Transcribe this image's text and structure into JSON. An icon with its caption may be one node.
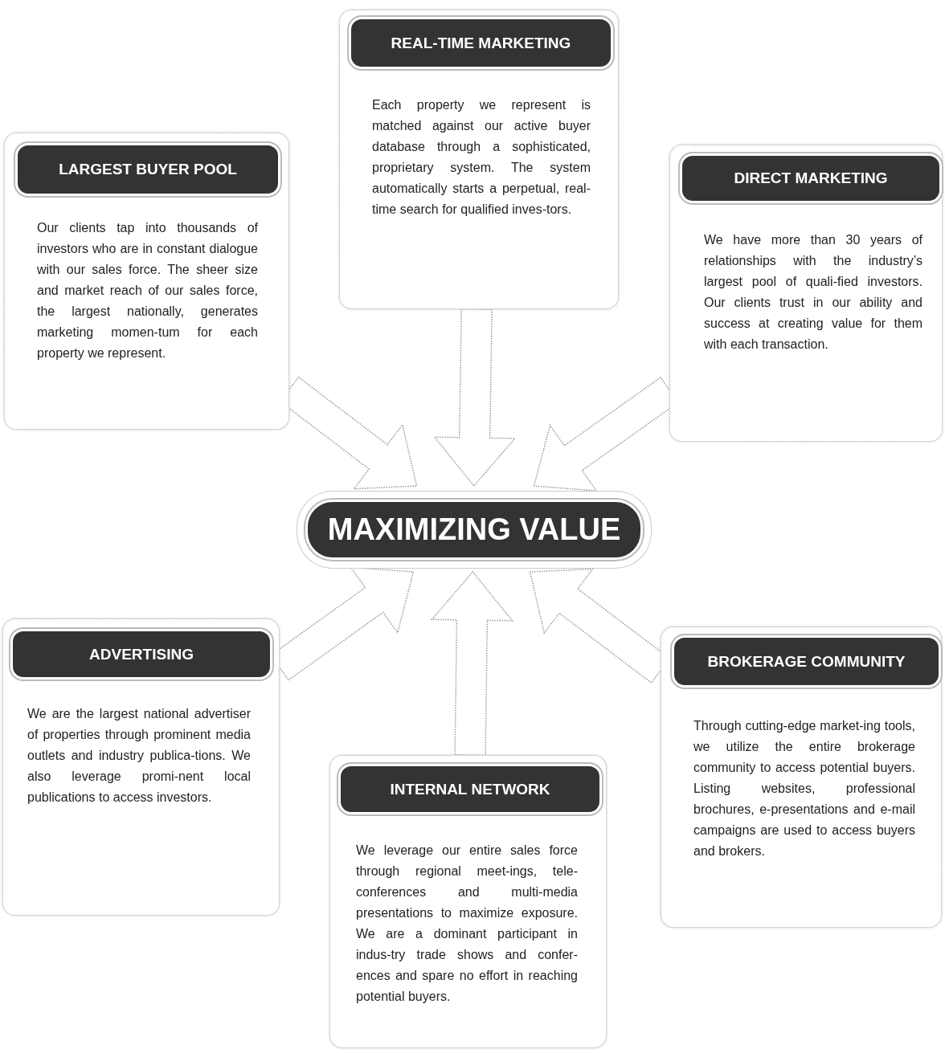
{
  "diagram": {
    "nodes": [
      {
        "text": [
          "REAL-TIME MARKETING",
          "Each property we represent is matched against our active buyer database through a sophisticated, proprietary system. The system automatically starts a perpetual, real-time search for qualified inves-tors."
        ]
      },
      {
        "text": [
          "LARGEST BUYER POOL",
          "Our clients tap into thousands of investors who are in constant dialogue with our sales force. The sheer size and market reach of our sales force, the largest nationally, generates marketing momen-tum for each property we represent."
        ]
      },
      {
        "text": [
          "DIRECT MARKETING",
          "We have more than 30 years of relationships with the industry’s largest pool of quali-fied investors. Our clients trust in our ability and success at creating value for them with each transaction."
        ]
      },
      {
        "text": [
          "MAXIMIZING VALUE"
        ]
      },
      {
        "text": [
          "ADVERTISING",
          "We are the largest national advertiser of properties through prominent media outlets and industry publica-tions. We also leverage promi-nent local publications to access investors."
        ]
      },
      {
        "text": [
          "BROKERAGE COMMUNITY",
          "Through cutting-edge market-ing tools, we utilize the entire brokerage community to access potential buyers. Listing websites, professional brochures, e-presentations and e-mail campaigns are used to access buyers and brokers."
        ]
      },
      {
        "text": [
          "INTERNAL NETWORK",
          "We leverage our entire sales force through regional meet-ings, tele-conferences and multi-media presentations to maximize exposure. We are a dominant participant in indus-try trade shows and confer-ences and spare no effort in reaching potential buyers."
        ]
      }
    ],
    "edges": [
      {
        "from": 0,
        "to": 3,
        "arrow": "to"
      },
      {
        "from": 1,
        "to": 3,
        "arrow": "to"
      },
      {
        "from": 2,
        "to": 3,
        "arrow": "to"
      },
      {
        "from": 4,
        "to": 3,
        "arrow": "to"
      },
      {
        "from": 6,
        "to": 3,
        "arrow": "to"
      },
      {
        "from": 5,
        "to": 3,
        "arrow": "to"
      }
    ]
  }
}
